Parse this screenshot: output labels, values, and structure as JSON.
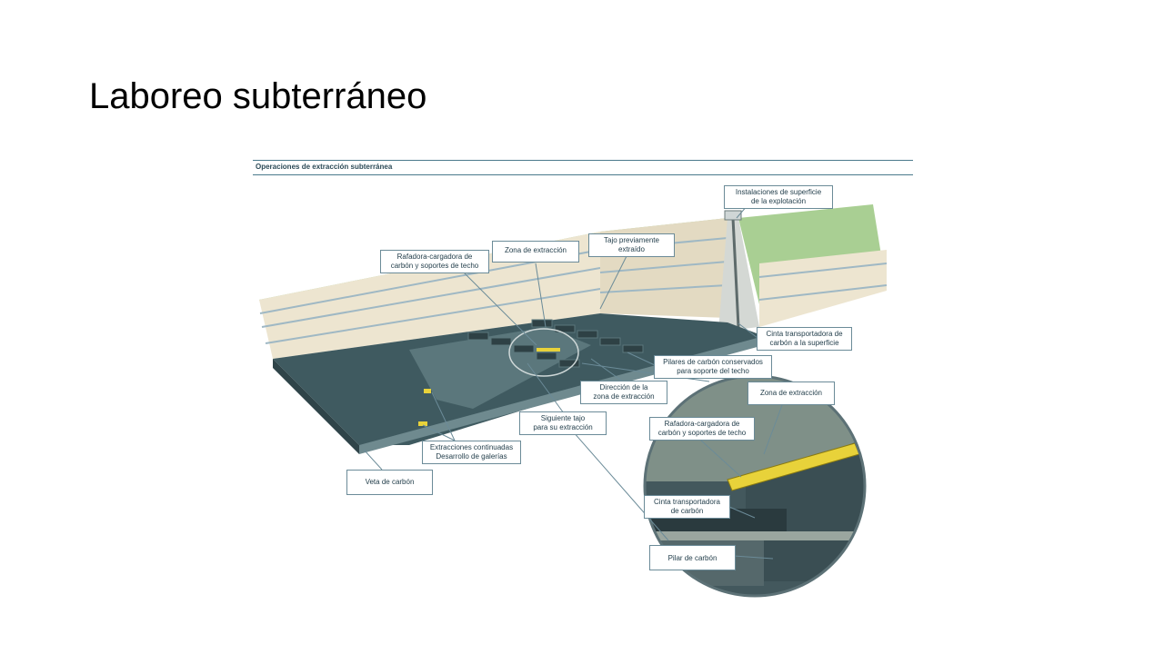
{
  "slide": {
    "title": "Laboreo subterráneo"
  },
  "figure": {
    "title": "Operaciones de extracción subterránea",
    "callouts": {
      "instalaciones": [
        "Instalaciones de superficie",
        "de la explotación"
      ],
      "tajo_previo": [
        "Tajo previamente",
        "extraído"
      ],
      "zona_extraccion_1": [
        "Zona de extracción"
      ],
      "rafadora_1": [
        "Rafadora-cargadora de",
        "carbón y soportes de techo"
      ],
      "cinta_superficie": [
        "Cinta transportadora de",
        "carbón a la superficie"
      ],
      "pilares": [
        "Pilares de carbón conservados",
        "para soporte del techo"
      ],
      "direccion": [
        "Dirección de la",
        "zona de extracción"
      ],
      "zona_extraccion_2": [
        "Zona de extracción"
      ],
      "siguiente_tajo": [
        "Siguiente tajo",
        "para su extracción"
      ],
      "rafadora_2": [
        "Rafadora-cargadora de",
        "carbón y soportes de techo"
      ],
      "extracciones": [
        "Extracciones continuadas",
        "Desarrollo de galerías"
      ],
      "cinta_carbon": [
        "Cinta transportadora",
        "de carbón"
      ],
      "veta": [
        "Veta de carbón"
      ],
      "pilar": [
        "Pilar de carbón"
      ]
    },
    "colors": {
      "grass": "#9fc98a",
      "strata": "#ece4cf",
      "strata_line": "#9fb8c4",
      "coal": "#3f5a60",
      "coal_light": "#5b777c",
      "support": "#e8d23a"
    }
  }
}
